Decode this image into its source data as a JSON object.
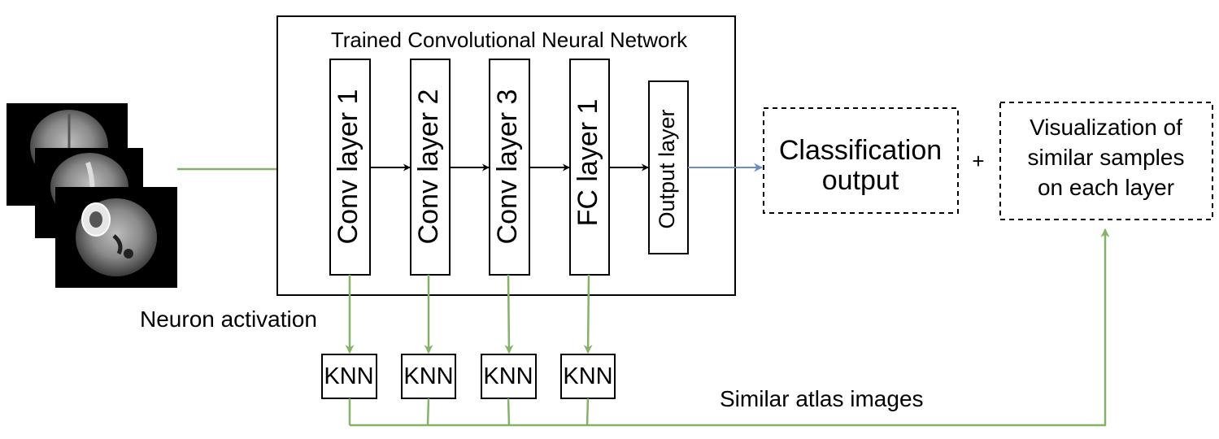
{
  "network": {
    "title": "Trained Convolutional Neural Network",
    "layers": [
      "Conv layer 1",
      "Conv layer 2",
      "Conv layer 3",
      "FC layer 1",
      "Output layer"
    ]
  },
  "output": {
    "classification_lines": [
      "Classification",
      "output"
    ],
    "plus": "+",
    "visualization_lines": [
      "Visualization of",
      "similar samples",
      "on each layer"
    ]
  },
  "labels": {
    "neuron_activation": "Neuron activation",
    "similar_atlas": "Similar atlas images"
  },
  "knn": [
    "KNN",
    "KNN",
    "KNN",
    "KNN"
  ],
  "input": {
    "slices": 3,
    "icon": "brain-mri-slice-icon"
  },
  "colors": {
    "green_arrow": "#82b366",
    "blue_arrow": "#6c8ebf",
    "stroke": "#000000"
  }
}
